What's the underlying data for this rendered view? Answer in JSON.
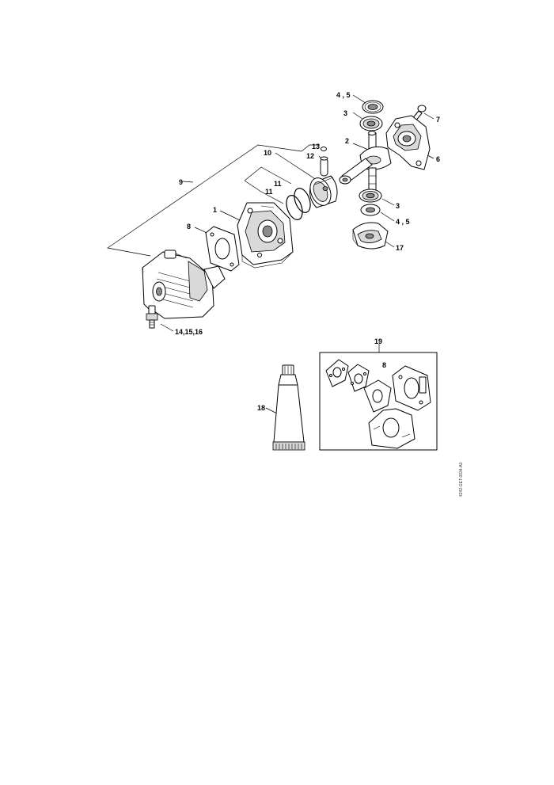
{
  "callouts": {
    "c45_top": "4 , 5",
    "c3_top": "3",
    "c7": "7",
    "c2": "2",
    "c6": "6",
    "c13": "13",
    "c10": "10",
    "c12": "12",
    "c9": "9",
    "c11_a": "11",
    "c11_b": "11",
    "c3_bottom": "3",
    "c1": "1",
    "c45_bottom": "4 , 5",
    "c8": "8",
    "c17": "17",
    "c14_15_16": "14,15,16",
    "c19": "19",
    "c8_kit": "8",
    "c18": "18"
  },
  "drawing_ref": "4242-GET-0034-A0"
}
